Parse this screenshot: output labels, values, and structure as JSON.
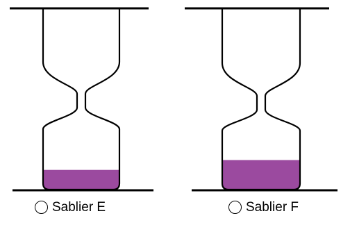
{
  "sandglasses": [
    {
      "label": "Sablier E",
      "sand_level": 0.24
    },
    {
      "label": "Sablier F",
      "sand_level": 0.37
    }
  ],
  "colors": {
    "sand": "#9b4a9f",
    "outline": "#000000"
  }
}
